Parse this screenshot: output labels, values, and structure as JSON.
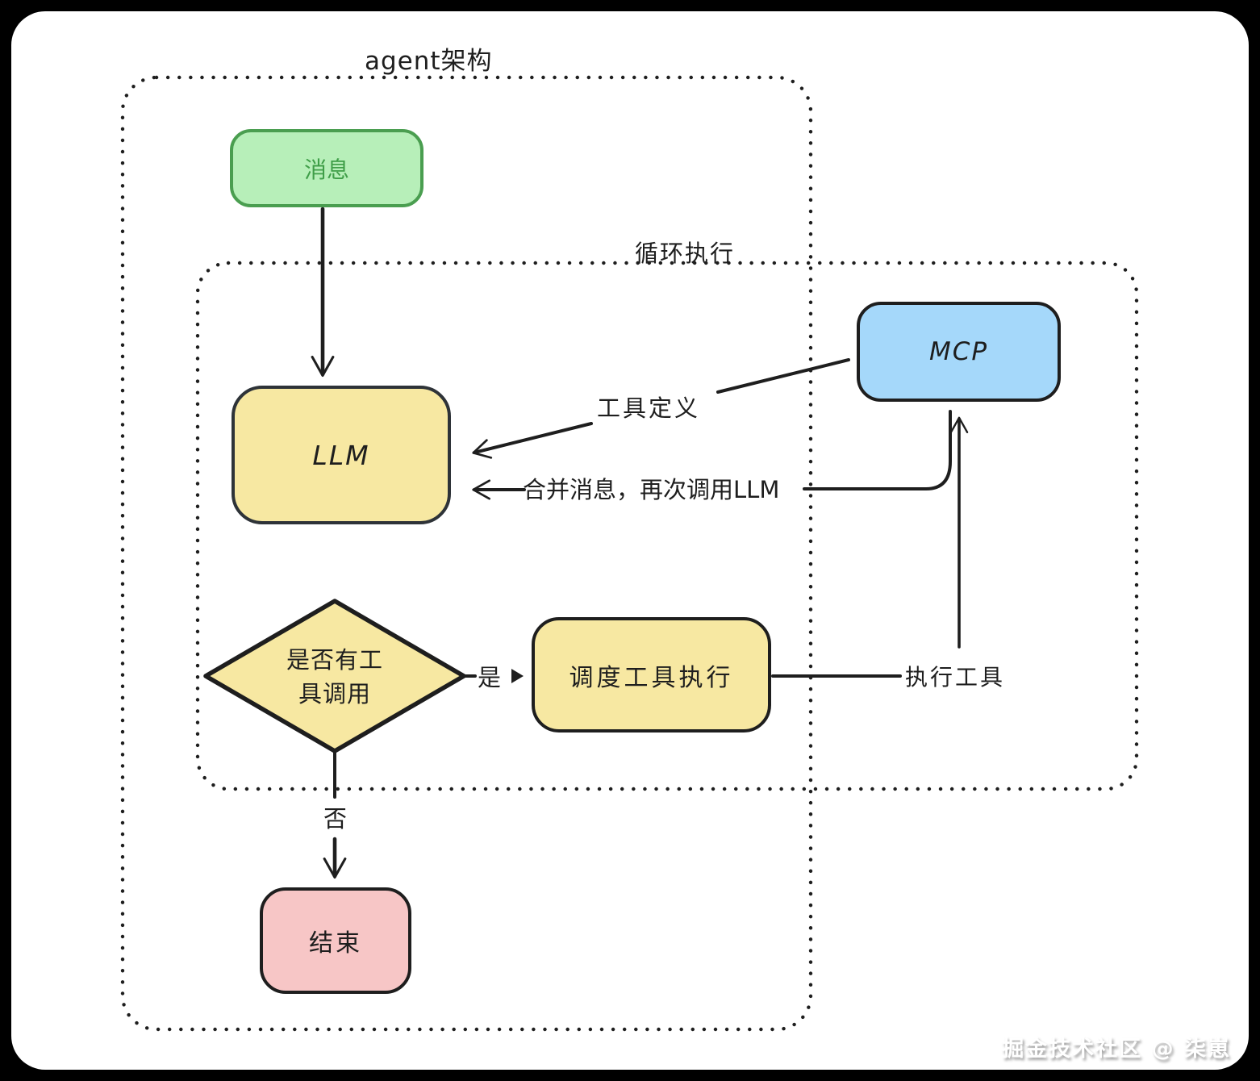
{
  "canvas": {
    "background": "#000000",
    "card_background": "#ffffff",
    "line_color": "#1e1e1e"
  },
  "containers": {
    "outer": {
      "label": "agent架构"
    },
    "inner": {
      "label": "循环执行"
    }
  },
  "nodes": {
    "message": {
      "label": "消息",
      "fill": "#b7efb9",
      "stroke": "#4a9e50",
      "text": "#3f9e48"
    },
    "llm": {
      "label": "LLM",
      "fill": "#f7e8a2",
      "stroke": "#2e3338",
      "text": "#1e1e1e"
    },
    "mcp": {
      "label": "MCP",
      "fill": "#a5d8fa",
      "stroke": "#1e1e1e",
      "text": "#1e1e1e"
    },
    "decision": {
      "label": "是否有工具调用",
      "fill": "#f7e8a2",
      "stroke": "#1e1e1e",
      "text": "#1e1e1e"
    },
    "dispatch": {
      "label": "调度工具执行",
      "fill": "#f7e8a2",
      "stroke": "#1e1e1e",
      "text": "#1e1e1e"
    },
    "end": {
      "label": "结束",
      "fill": "#f7c6c6",
      "stroke": "#1e1e1e",
      "text": "#1e1e1e"
    }
  },
  "edge_labels": {
    "tool_definition": "工具定义",
    "merge_messages": "合并消息，再次调用LLM",
    "execute_tool": "执行工具",
    "yes": "是",
    "no": "否"
  },
  "watermark": "掘金技术社区 @ 柒崽"
}
